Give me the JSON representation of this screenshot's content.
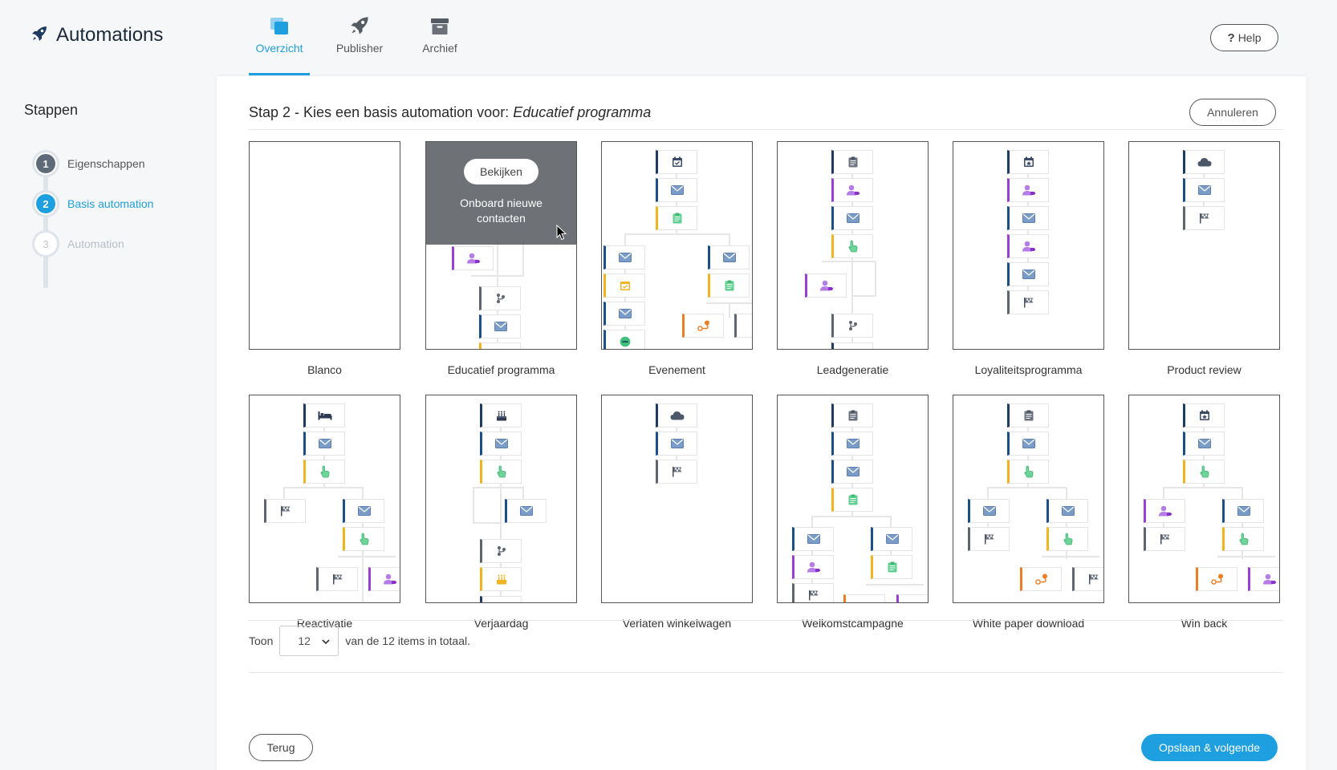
{
  "app": {
    "title": "Automations",
    "logo_icon": "rocket-icon"
  },
  "nav": {
    "tabs": [
      {
        "label": "Overzicht",
        "icon": "overview-icon",
        "active": true
      },
      {
        "label": "Publisher",
        "icon": "rocket-icon",
        "active": false
      },
      {
        "label": "Archief",
        "icon": "archive-icon",
        "active": false
      }
    ],
    "help_label": "Help"
  },
  "sidebar": {
    "title": "Stappen",
    "steps": [
      {
        "number": "1",
        "label": "Eigenschappen",
        "state": "done"
      },
      {
        "number": "2",
        "label": "Basis automation",
        "state": "current"
      },
      {
        "number": "3",
        "label": "Automation",
        "state": "todo"
      }
    ]
  },
  "main": {
    "title_prefix": "Stap 2 - Kies een basis automation voor:",
    "title_name": "Educatief programma",
    "cancel_label": "Annuleren",
    "hover_overlay": {
      "button_label": "Bekijken",
      "text": "Onboard nieuwe contacten"
    },
    "templates": [
      {
        "name": "Blanco"
      },
      {
        "name": "Educatief programma"
      },
      {
        "name": "Evenement"
      },
      {
        "name": "Leadgeneratie"
      },
      {
        "name": "Loyaliteitsprogramma"
      },
      {
        "name": "Product review"
      },
      {
        "name": "Reactivatie"
      },
      {
        "name": "Verjaardag"
      },
      {
        "name": "Verlaten winkelwagen"
      },
      {
        "name": "Welkomstcampagne"
      },
      {
        "name": "White paper download"
      },
      {
        "name": "Win back"
      }
    ],
    "pager": {
      "prefix": "Toon",
      "page_size": "12",
      "suffix": "van de 12 items in totaal."
    },
    "back_label": "Terug",
    "save_label": "Opslaan & volgende"
  },
  "colors": {
    "accent": "#1e9fe0",
    "navy": "#1d3b63",
    "yellow": "#f2b41c",
    "purple": "#9b3fd4",
    "orange": "#ef7c1f",
    "green": "#2ecc71"
  }
}
